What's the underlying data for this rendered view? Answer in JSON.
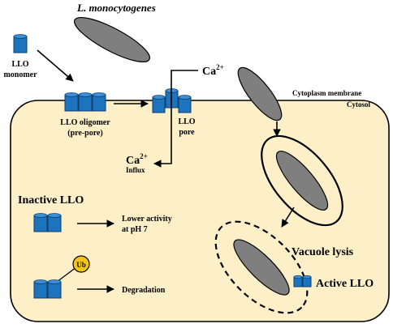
{
  "labels": {
    "bacterium": "L. monocytogenes",
    "llo_monomer_line1": "LLO",
    "llo_monomer_line2": "monomer",
    "cytoplasm_membrane": "Cytoplasm membrane",
    "cytosol": "Cytosol",
    "oligomer_line1": "LLO oligomer",
    "oligomer_line2": "(pre-pore)",
    "pore_line1": "LLO",
    "pore_line2": "pore",
    "ca_top_base": "Ca",
    "ca_top_sup": "2+",
    "ca_influx_base": "Ca",
    "ca_influx_sup": "2+",
    "influx": "Influx",
    "inactive_llo": "Inactive LLO",
    "lower_activity_line1": "Lower activity",
    "lower_activity_line2": "at pH 7",
    "ub": "Ub",
    "degradation": "Degradation",
    "vacuole_lysis": "Vacuole lysis",
    "active_llo": "Active LLO"
  },
  "colors": {
    "cell_fill": "#FDEFC8",
    "outline": "#000000",
    "llo_blue": "#1E73BE",
    "bacterium_grey": "#7F7F7F",
    "ub_yellow": "#F5C518"
  }
}
